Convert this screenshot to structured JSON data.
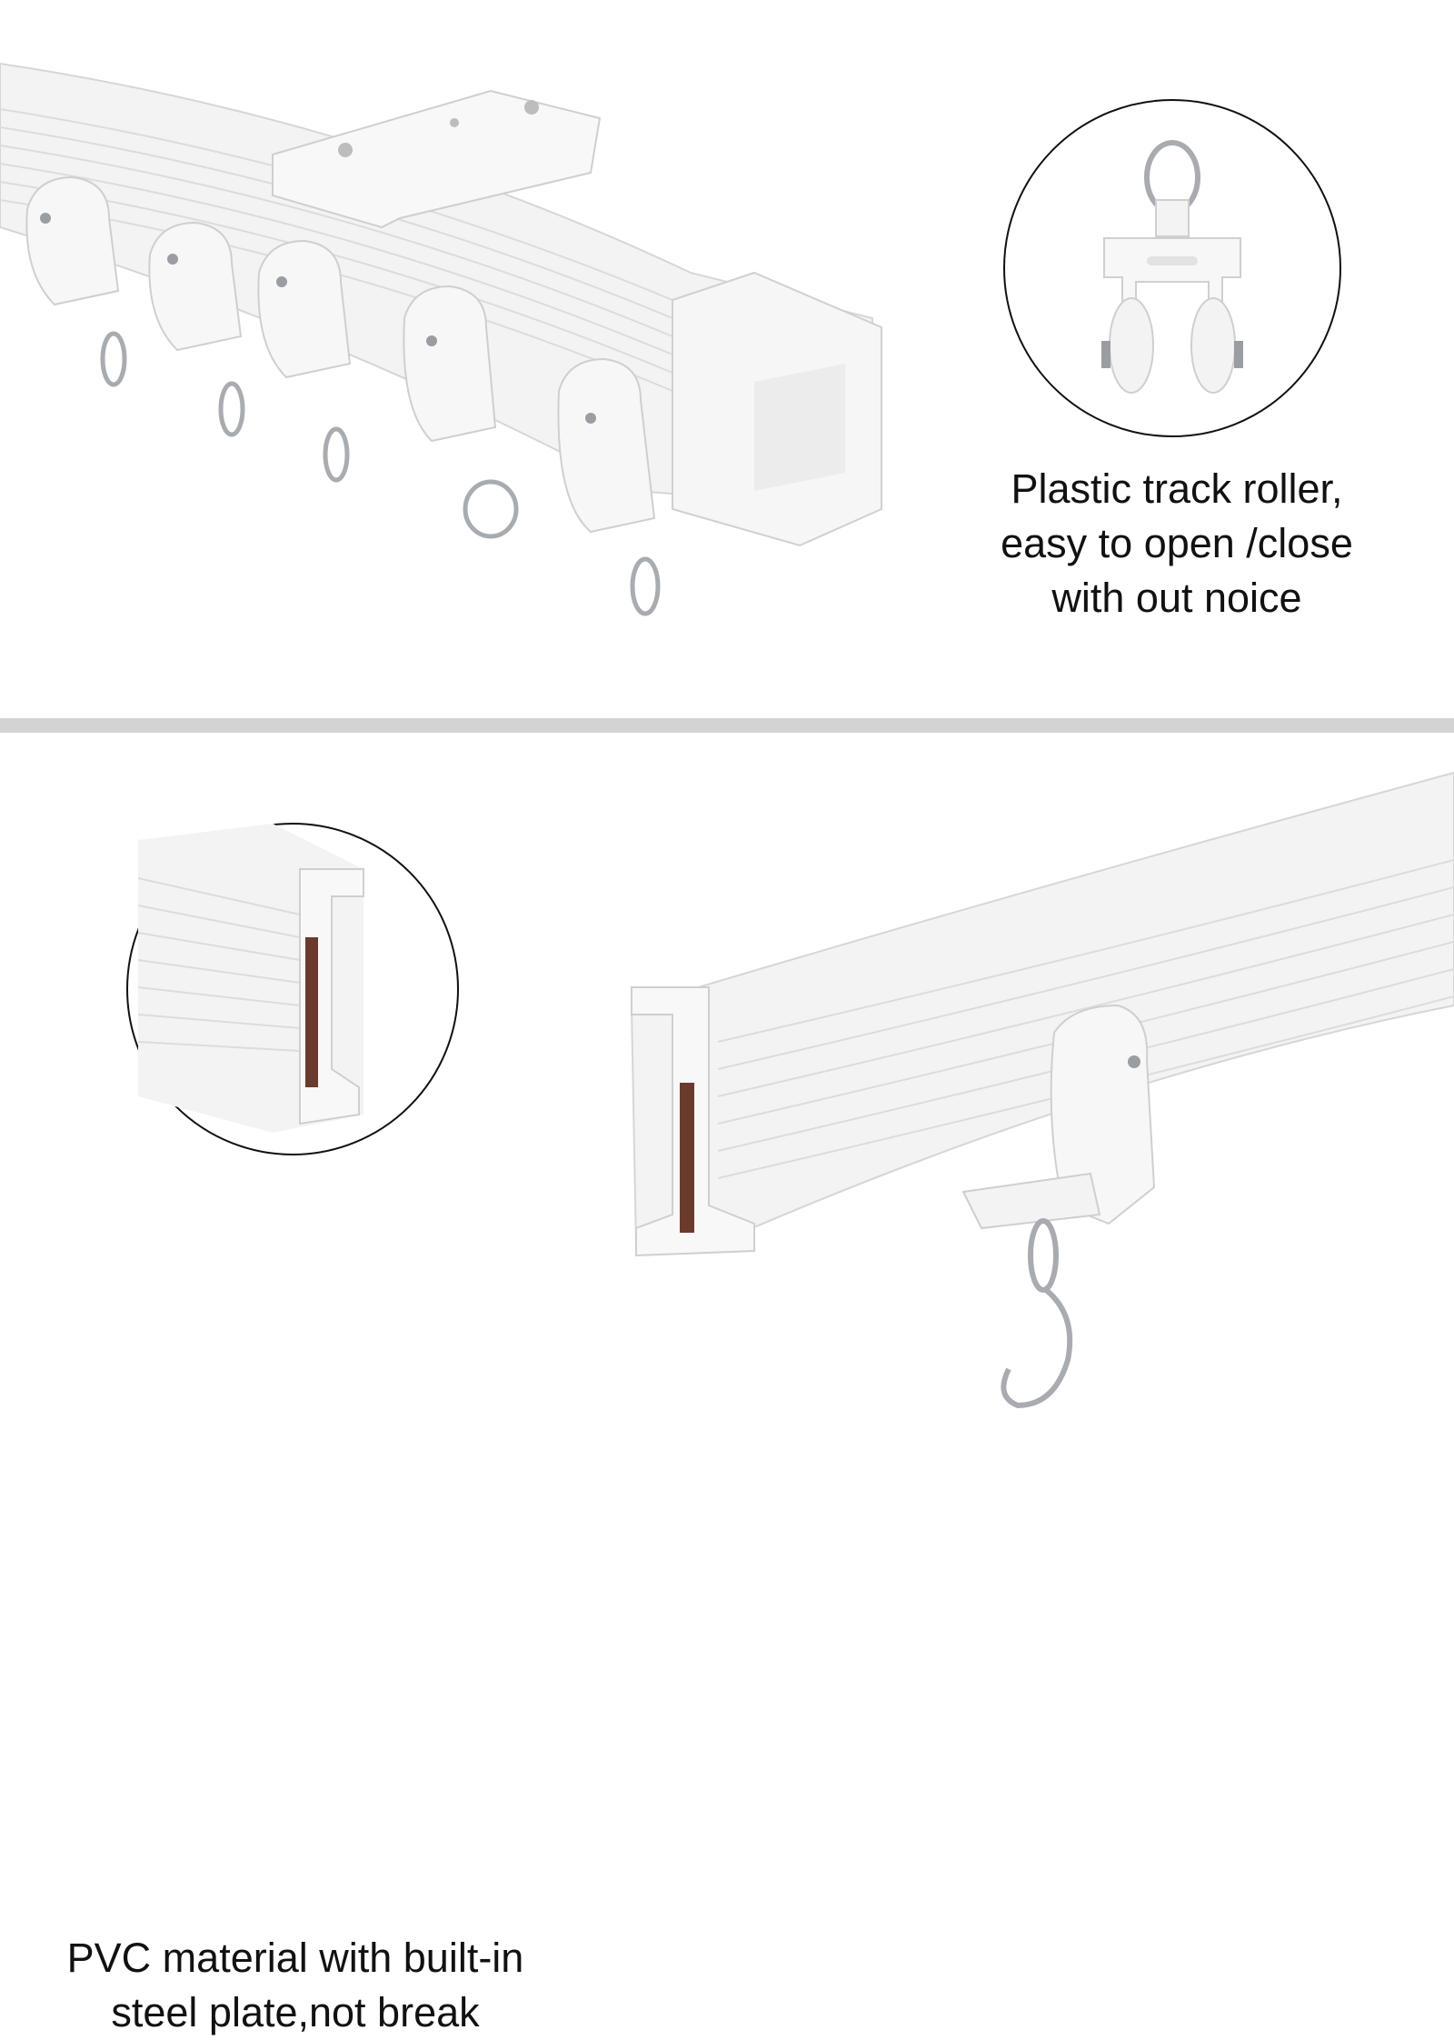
{
  "features": [
    {
      "id": "roller",
      "caption_lines": [
        "Plastic track roller,",
        "easy to open /close",
        "with out noice"
      ]
    },
    {
      "id": "material",
      "caption_lines": [
        "PVC material with built-in",
        "steel plate,not break"
      ]
    }
  ],
  "colors": {
    "background": "#ffffff",
    "divider": "#d3d3d3",
    "track": "#f3f3f3",
    "track_shade": "#e2e2e2",
    "steel_plate": "#6b3a2e",
    "metal": "#a8acb0",
    "text": "#111111"
  }
}
